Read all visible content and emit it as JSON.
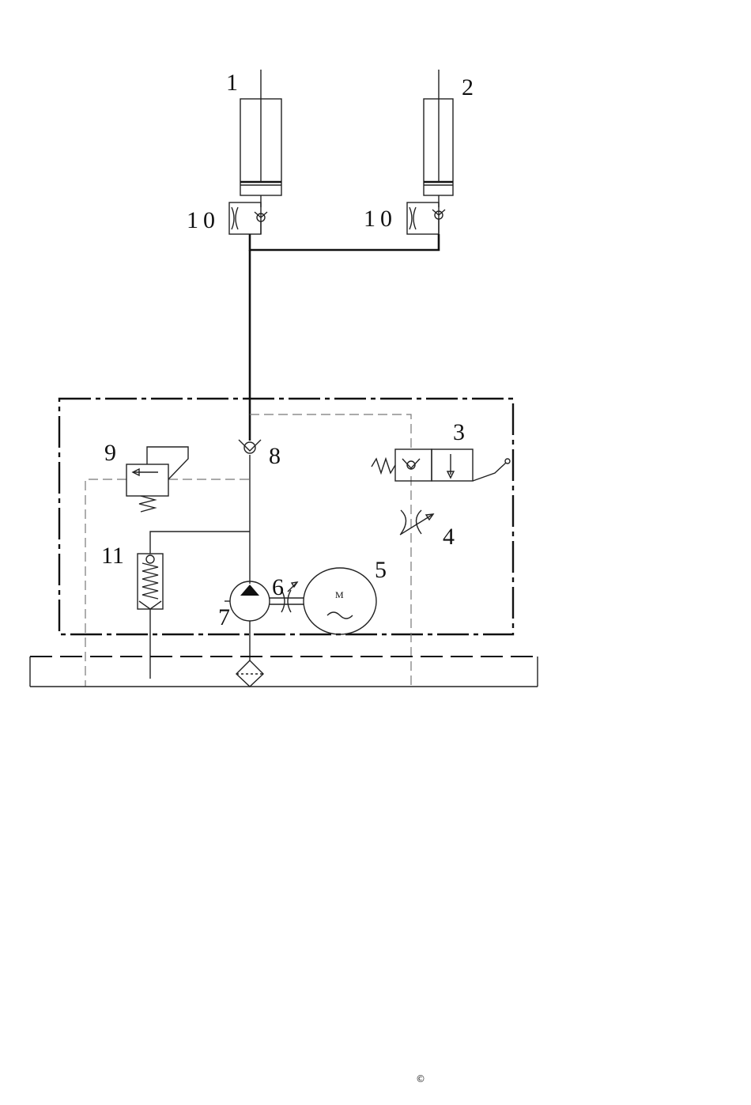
{
  "labels": {
    "cyl1": "1",
    "cyl2": "2",
    "valve3": "3",
    "throttle4": "4",
    "motor5": "5",
    "coupling6": "6",
    "pump7": "7",
    "check8": "8",
    "relief9": "9",
    "lock10a": "10",
    "lock10b": "10",
    "accumulator11": "11"
  },
  "motor_symbol": "M",
  "copyright": "©"
}
